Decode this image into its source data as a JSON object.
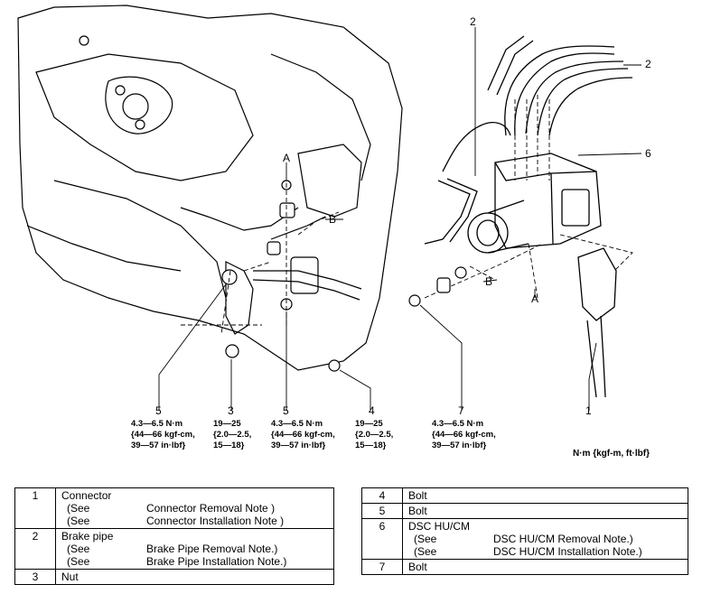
{
  "callouts": {
    "c1": "1",
    "c2a": "2",
    "c2b": "2",
    "c3": "3",
    "c4": "4",
    "c5a": "5",
    "c5b": "5",
    "c6": "6",
    "c7": "7",
    "A1": "A",
    "A2": "A",
    "B1": "B",
    "B2": "B"
  },
  "torque": {
    "t5a": "4.3—6.5 N·m\n{44—66 kgf-cm,\n39—57 in·lbf}",
    "t3": "19—25\n{2.0—2.5,\n15—18}",
    "t5b": "4.3—6.5 N·m\n{44—66 kgf-cm,\n39—57 in·lbf}",
    "t4": "19—25\n{2.0—2.5,\n15—18}",
    "t7": "4.3—6.5 N·m\n{44—66 kgf-cm,\n39—57 in·lbf}"
  },
  "unit_label": "N·m {kgf-m, ft·lbf}",
  "left_table": {
    "r1": {
      "num": "1",
      "name": "Connector",
      "see1": "(See",
      "note1": "Connector Removal Note )",
      "see2": "(See",
      "note2": "Connector Installation Note )"
    },
    "r2": {
      "num": "2",
      "name": "Brake pipe",
      "see1": "(See",
      "note1": "Brake Pipe Removal Note.)",
      "see2": "(See",
      "note2": "Brake Pipe Installation Note.)"
    },
    "r3": {
      "num": "3",
      "name": "Nut"
    }
  },
  "right_table": {
    "r4": {
      "num": "4",
      "name": "Bolt"
    },
    "r5": {
      "num": "5",
      "name": "Bolt"
    },
    "r6": {
      "num": "6",
      "name": "DSC HU/CM",
      "see1": "(See",
      "note1": "DSC HU/CM Removal Note.)",
      "see2": "(See",
      "note2": "DSC HU/CM Installation Note.)"
    },
    "r7": {
      "num": "7",
      "name": "Bolt"
    }
  }
}
